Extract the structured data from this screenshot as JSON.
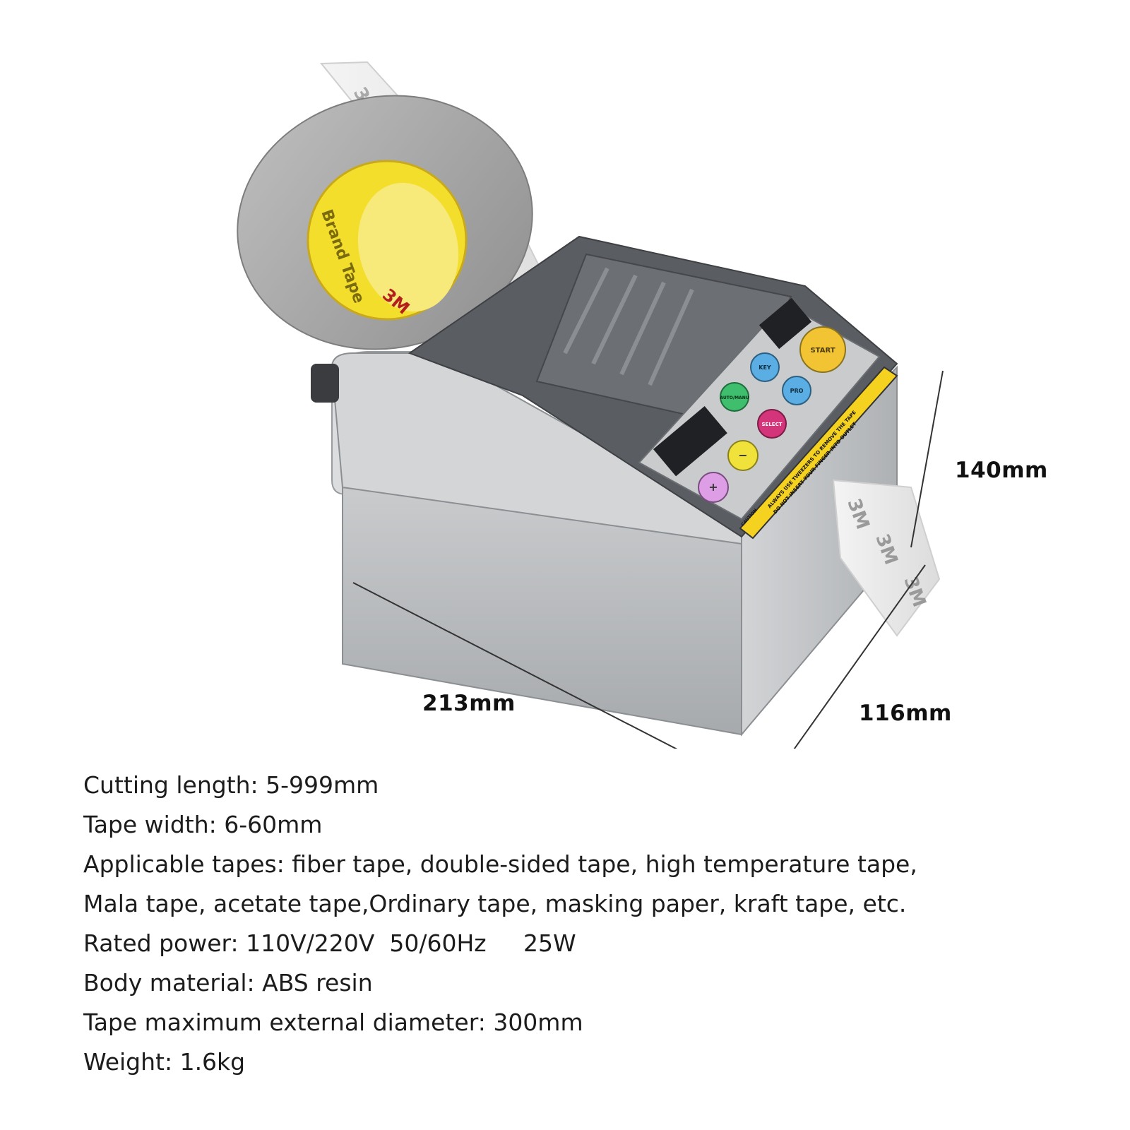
{
  "dimensions": {
    "height": "140mm",
    "length": "213mm",
    "depth": "116mm"
  },
  "product_markings": {
    "tape_brand": "3M",
    "core_text": "Brand Tape",
    "start_button": "START",
    "key_button": "KEY",
    "auto_manu_button": "AUTO/MANU",
    "pro_button": "PRO",
    "select_button": "SELECT",
    "minus_button": "−",
    "plus_button": "+",
    "warning_line_1": "ALWAYS USE TWEEZERS TO REMOVE THE TAPE",
    "warning_line_2": "DO NOT INSERT YOUR FINGER INTO OUTLET",
    "caution": "CAUTION"
  },
  "colors": {
    "start": "#f2c433",
    "key": "#5aaee3",
    "auto_manu": "#3fbf6e",
    "pro": "#5aaee3",
    "select": "#d4357a",
    "minus": "#f0e23a",
    "plus": "#dd9ee6",
    "warning_strip": "#f5d21f",
    "tape_core": "#f3de2c",
    "body_dark": "#5a5d62",
    "body_light": "#c4c6c8"
  },
  "specs": [
    "Cutting length: 5-999mm",
    "Tape width: 6-60mm",
    "Applicable tapes: fiber tape, double-sided tape, high temperature tape,",
    "Mala tape, acetate tape,Ordinary tape, masking paper, kraft tape, etc.",
    "Rated power: 110V/220V  50/60Hz     25W",
    "Body material: ABS resin",
    "Tape maximum external diameter: 300mm",
    "Weight: 1.6kg"
  ]
}
